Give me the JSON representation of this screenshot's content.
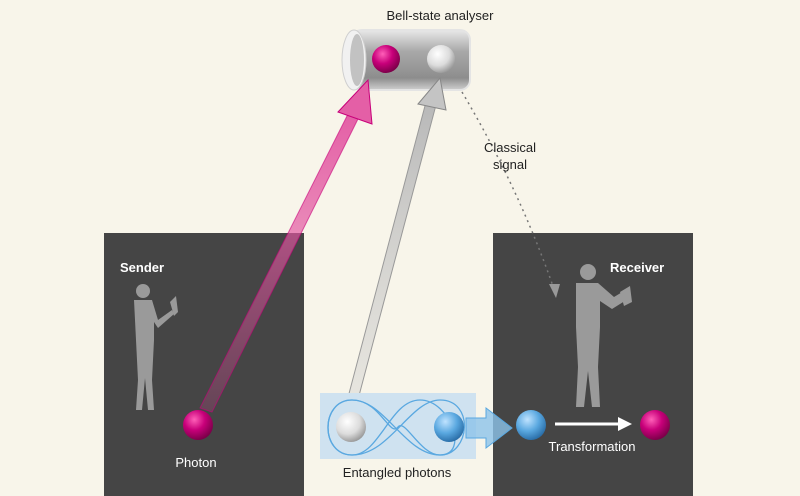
{
  "labels": {
    "analyser": "Bell-state analyser",
    "classical": [
      "Classical",
      "signal"
    ],
    "sender": "Sender",
    "receiver": "Receiver",
    "photon": "Photon",
    "entangled": "Entangled photons",
    "transformation": "Transformation"
  },
  "colors": {
    "background": "#f8f5ea",
    "panel": "#454545",
    "magenta": "#c8007a",
    "blue": "#5aa8e0",
    "white_photon": "#e8e8e8",
    "entangled_box": "#cfe2f0"
  }
}
